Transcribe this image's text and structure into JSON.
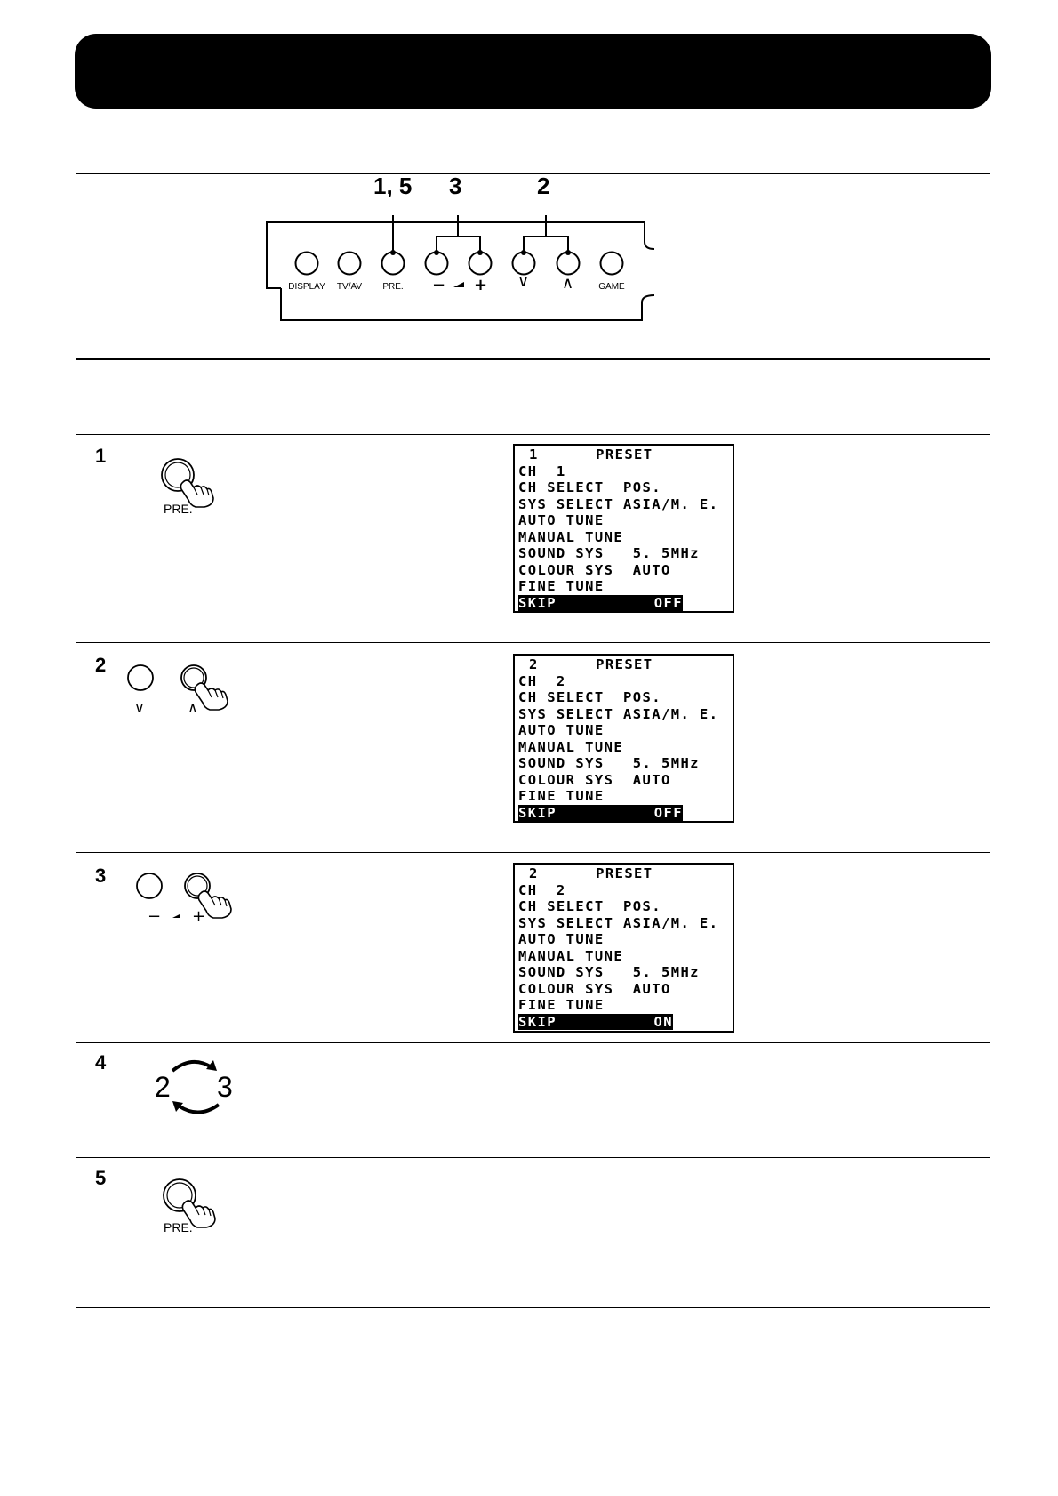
{
  "panel": {
    "callouts": [
      "1, 5",
      "3",
      "2"
    ],
    "buttons": {
      "display": "DISPLAY",
      "tvav": "TV/AV",
      "pre": "PRE.",
      "minus": "−",
      "plus": "+",
      "down": "∨",
      "up": "∧",
      "game": "GAME"
    }
  },
  "steps": [
    {
      "number": "1",
      "button_label": "PRE.",
      "osd": {
        "lines": [
          "1      PRESET",
          "CH  1",
          "CH SELECT  POS.",
          "SYS SELECT ASIA/M. E.",
          "AUTO TUNE",
          "MANUAL TUNE",
          "SOUND SYS   5. 5MHz",
          "COLOUR SYS  AUTO",
          "FINE TUNE"
        ],
        "highlight_left": "SKIP",
        "highlight_right": "OFF"
      }
    },
    {
      "number": "2",
      "button_label_down": "∨",
      "button_label_up": "∧",
      "osd": {
        "lines": [
          "2      PRESET",
          "CH  2",
          "CH SELECT  POS.",
          "SYS SELECT ASIA/M. E.",
          "AUTO TUNE",
          "MANUAL TUNE",
          "SOUND SYS   5. 5MHz",
          "COLOUR SYS  AUTO",
          "FINE TUNE"
        ],
        "highlight_left": "SKIP",
        "highlight_right": "OFF"
      }
    },
    {
      "number": "3",
      "button_label_minus": "−",
      "button_label_plus": "+",
      "osd": {
        "lines": [
          "2      PRESET",
          "CH  2",
          "CH SELECT  POS.",
          "SYS SELECT ASIA/M. E.",
          "AUTO TUNE",
          "MANUAL TUNE",
          "SOUND SYS   5. 5MHz",
          "COLOUR SYS  AUTO",
          "FINE TUNE"
        ],
        "highlight_left": "SKIP",
        "highlight_right": "ON"
      }
    },
    {
      "number": "4",
      "loop_left": "2",
      "loop_right": "3"
    },
    {
      "number": "5",
      "button_label": "PRE."
    }
  ]
}
